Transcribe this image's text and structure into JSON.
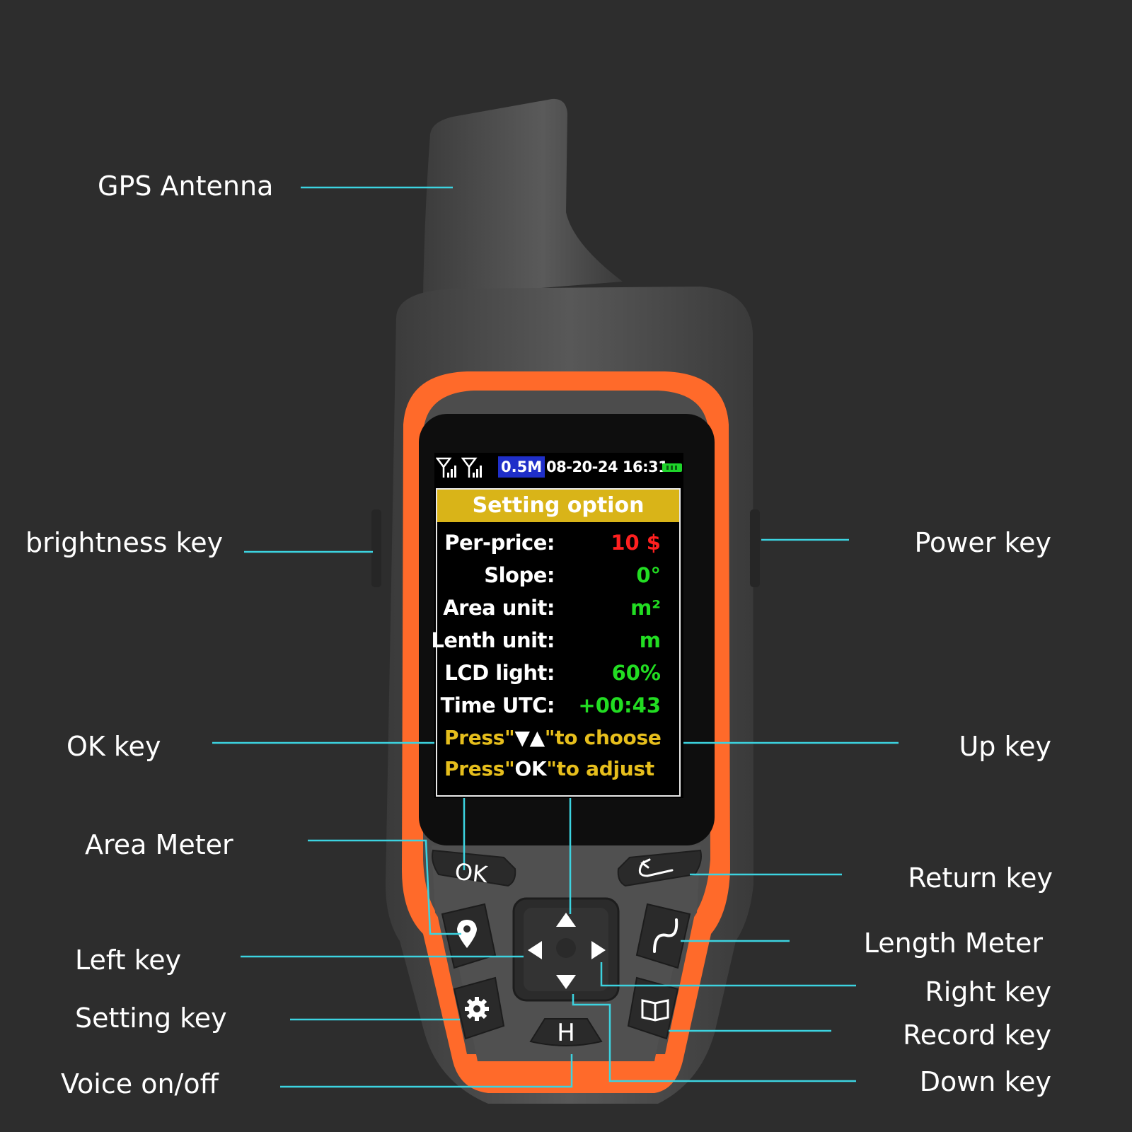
{
  "callouts": {
    "gps_antenna": "GPS Antenna",
    "brightness_key": "brightness key",
    "power_key": "Power key",
    "ok_key": "OK key",
    "up_key": "Up key",
    "area_meter": "Area Meter",
    "return_key": "Return key",
    "length_meter": "Length Meter",
    "left_key": "Left key",
    "right_key": "Right key",
    "setting_key": "Setting key",
    "record_key": "Record key",
    "voice_on_off": "Voice on/off",
    "down_key": "Down key"
  },
  "screen": {
    "accuracy": "0.5M",
    "datetime": "08-20-24 16:31",
    "title": "Setting option",
    "settings": [
      {
        "label": "Per-price:",
        "value": "10 $",
        "color": "#ff2020"
      },
      {
        "label": "Slope:",
        "value": "0°",
        "color": "#22dd22"
      },
      {
        "label": "Area unit:",
        "value": "m²",
        "color": "#22dd22"
      },
      {
        "label": "Lenth unit:",
        "value": "m",
        "color": "#22dd22"
      },
      {
        "label": "LCD light:",
        "value": "60%",
        "color": "#22dd22"
      },
      {
        "label": "Time UTC:",
        "value": "+00:43",
        "color": "#22dd22"
      }
    ],
    "hint_choose": {
      "a": "Press\"",
      "b": "▼▲",
      "c": "\"to  choose"
    },
    "hint_adjust": {
      "a": "Press\"",
      "b": "OK",
      "c": "\"to  adjust"
    }
  },
  "keys": {
    "ok_label": "OK",
    "home_label": "H"
  },
  "colors": {
    "background": "#2d2d2d",
    "body": "#4a4a4a",
    "accent": "#ff6a2a",
    "leader": "#3cd3e0",
    "title_bar": "#d9b418"
  }
}
